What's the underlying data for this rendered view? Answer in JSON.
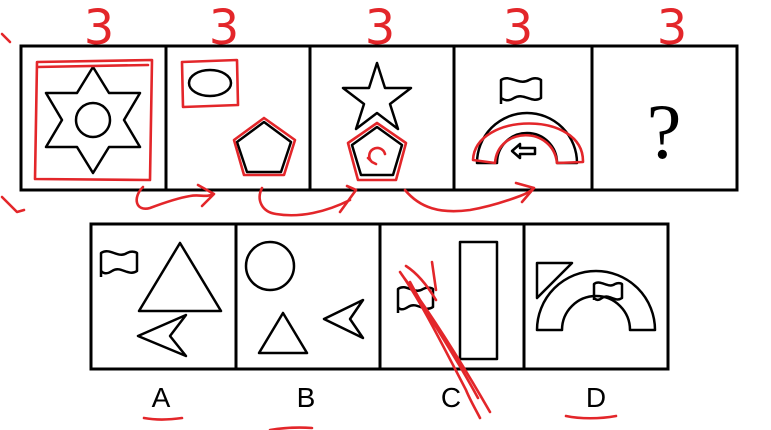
{
  "question": {
    "annotations": [
      "3",
      "3",
      "3",
      "3",
      "3"
    ],
    "cells": [
      {
        "id": 1,
        "content": [
          "hexagram",
          "circle"
        ]
      },
      {
        "id": 2,
        "content": [
          "ellipse",
          "pentagon"
        ]
      },
      {
        "id": 3,
        "content": [
          "star",
          "pentagon"
        ]
      },
      {
        "id": 4,
        "content": [
          "flag",
          "arch",
          "arrow"
        ]
      },
      {
        "id": 5,
        "content": "?"
      }
    ]
  },
  "options": [
    {
      "label": "A",
      "content": [
        "flag",
        "triangle",
        "arrowhead"
      ],
      "underlined": true
    },
    {
      "label": "B",
      "content": [
        "circle",
        "triangle",
        "arrowhead"
      ],
      "underlined": true
    },
    {
      "label": "C",
      "content": [
        "flag",
        "rectangle"
      ],
      "crossed_out": true
    },
    {
      "label": "D",
      "content": [
        "triangle",
        "flag",
        "arch"
      ],
      "underlined": true
    }
  ],
  "colors": {
    "ink": "#e3262a",
    "line": "#000000",
    "background": "#ffffff"
  }
}
